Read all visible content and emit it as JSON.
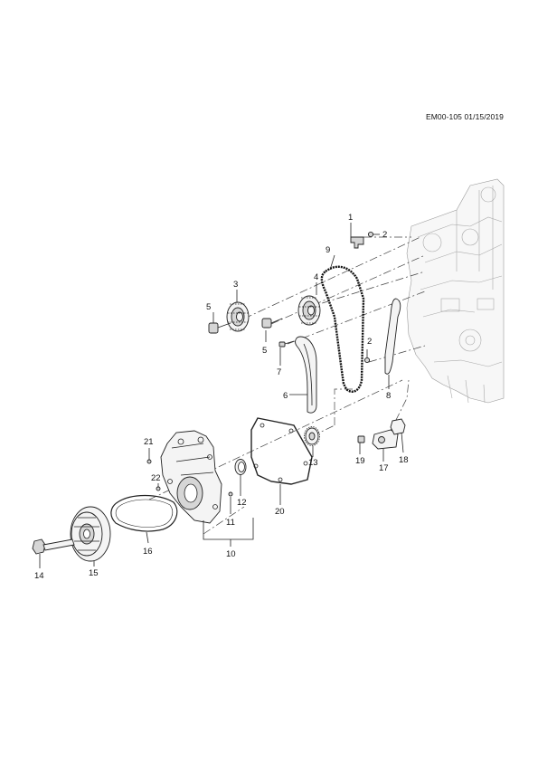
{
  "document_code": "EM00-105 01/15/2019",
  "callouts": [
    "1",
    "2",
    "3",
    "4",
    "5",
    "5",
    "6",
    "7",
    "2",
    "8",
    "9",
    "10",
    "11",
    "12",
    "13",
    "14",
    "15",
    "16",
    "17",
    "18",
    "19",
    "20",
    "21",
    "22"
  ]
}
